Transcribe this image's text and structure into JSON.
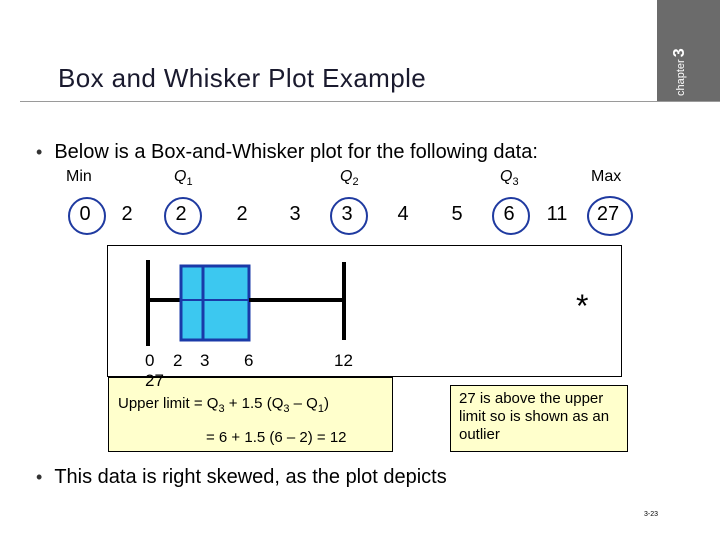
{
  "chapter_tab": {
    "word": "chapter",
    "number": "3"
  },
  "slide": {
    "title": "Box and Whisker Plot Example",
    "bullet_1": "Below is a Box-and-Whisker plot for the following data:",
    "bullet_2": "This data is right skewed, as the plot depicts",
    "bullet_char": "•",
    "page_number": "3-23"
  },
  "stats_headers": {
    "min": "Min",
    "q1_main": "Q",
    "q1_sub": "1",
    "q2_main": "Q",
    "q2_sub": "2",
    "q3_main": "Q",
    "q3_sub": "3",
    "max": "Max"
  },
  "data_values": [
    "0",
    "2",
    "2",
    "2",
    "3",
    "3",
    "4",
    "5",
    "6",
    "11",
    "27"
  ],
  "plot_labels": {
    "tick_0": "0",
    "tick_2": "2",
    "tick_3": "3",
    "tick_6": "6",
    "tick_12": "12",
    "tick_27": "27",
    "outlier_marker": "*"
  },
  "formula": {
    "l1_a": "Upper limit = Q",
    "l1_sub_a": "3",
    "l1_b": " + 1.5 (Q",
    "l1_sub_b": "3",
    "l1_c": " – Q",
    "l1_sub_c": "1",
    "l1_d": ")",
    "line_2": "= 6 + 1.5 (6 – 2) = 12"
  },
  "outlier_note": "27 is above the upper limit so is shown as an outlier",
  "colors": {
    "box_fill": "#3cc8f0",
    "box_stroke": "#1a3aa8",
    "oval_stroke": "#1f3aa0",
    "note_fill": "#ffffcc",
    "tab_gray": "#6b6b6b"
  }
}
